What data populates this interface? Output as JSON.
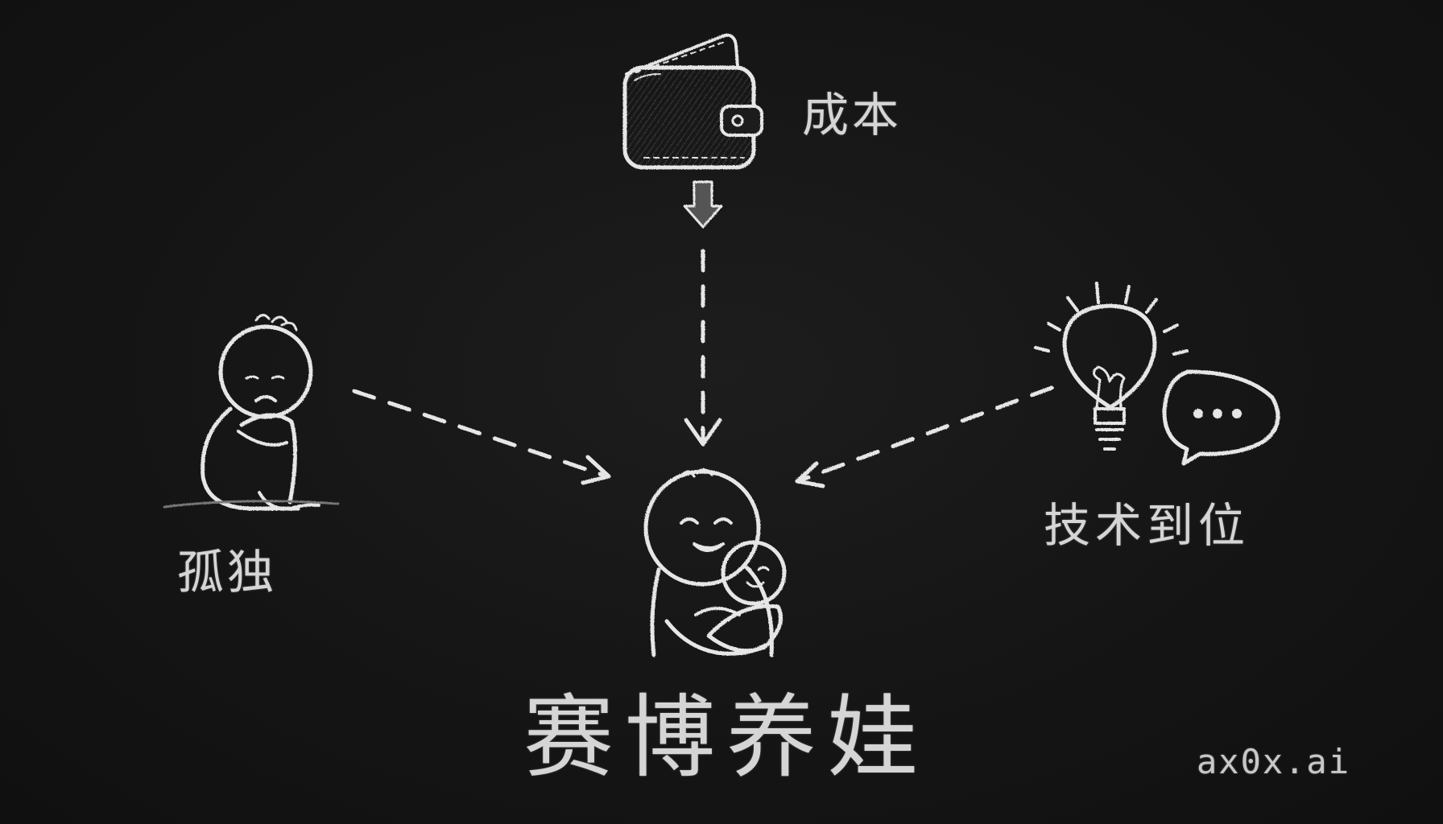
{
  "diagram": {
    "center_label": "赛博养娃",
    "inputs": [
      {
        "id": "cost",
        "label": "成本",
        "icon": "wallet-icon"
      },
      {
        "id": "lonely",
        "label": "孤独",
        "icon": "sad-person-icon"
      },
      {
        "id": "tech",
        "label": "技术到位",
        "icon": "lightbulb-icon"
      }
    ],
    "center_icon": "parent-holding-baby-icon",
    "tech_secondary_icon": "chat-bubble-icon",
    "watermark": "ax0x.ai"
  },
  "colors": {
    "background": "#141414",
    "chalk": "#e6e6e6"
  }
}
